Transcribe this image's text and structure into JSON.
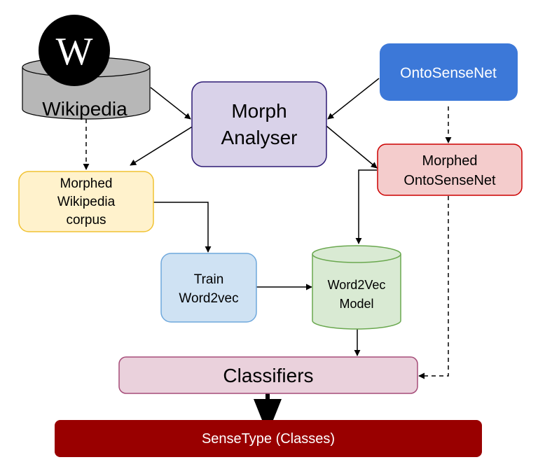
{
  "diagram": {
    "nodes": {
      "wikipedia": {
        "label": "Wikipedia",
        "logo_glyph": "W"
      },
      "morph_analyser": {
        "line1": "Morph",
        "line2": "Analyser"
      },
      "ontosensenet": {
        "label": "OntoSenseNet"
      },
      "morphed_ontosensenet": {
        "line1": "Morphed",
        "line2": "OntoSenseNet"
      },
      "morphed_wikipedia_corpus": {
        "line1": "Morphed",
        "line2": "Wikipedia",
        "line3": "corpus"
      },
      "train_word2vec": {
        "line1": "Train",
        "line2": "Word2vec"
      },
      "word2vec_model": {
        "line1": "Word2Vec",
        "line2": "Model"
      },
      "classifiers": {
        "label": "Classifiers"
      },
      "sensetype": {
        "label": "SenseType (Classes)"
      }
    },
    "edges": [
      {
        "from": "wikipedia",
        "to": "morph_analyser",
        "style": "solid"
      },
      {
        "from": "ontosensenet",
        "to": "morph_analyser",
        "style": "solid"
      },
      {
        "from": "morph_analyser",
        "to": "morphed_wikipedia_corpus",
        "style": "solid"
      },
      {
        "from": "morph_analyser",
        "to": "morphed_ontosensenet",
        "style": "solid"
      },
      {
        "from": "wikipedia",
        "to": "morphed_wikipedia_corpus",
        "style": "dashed"
      },
      {
        "from": "ontosensenet",
        "to": "morphed_ontosensenet",
        "style": "dashed"
      },
      {
        "from": "morphed_wikipedia_corpus",
        "to": "train_word2vec",
        "style": "solid"
      },
      {
        "from": "train_word2vec",
        "to": "word2vec_model",
        "style": "solid"
      },
      {
        "from": "morphed_ontosensenet",
        "to": "word2vec_model",
        "style": "solid"
      },
      {
        "from": "word2vec_model",
        "to": "classifiers",
        "style": "solid"
      },
      {
        "from": "morphed_ontosensenet",
        "to": "classifiers",
        "style": "dashed"
      },
      {
        "from": "classifiers",
        "to": "sensetype",
        "style": "bold"
      }
    ],
    "colors": {
      "wikipedia_fill": "#b7b7b7",
      "logo_fill": "#000000",
      "morph_fill": "#d9d2e9",
      "morph_stroke": "#2d1a74",
      "onto_fill": "#3c78d8",
      "morphed_onto_fill": "#f4cccc",
      "morphed_onto_stroke": "#cc0000",
      "corpus_fill": "#fff2cc",
      "corpus_stroke": "#f1c232",
      "train_fill": "#cfe2f3",
      "train_stroke": "#6fa8dc",
      "model_fill": "#d9ead3",
      "model_stroke": "#6aa84f",
      "classifiers_fill": "#ead1dc",
      "classifiers_stroke": "#a64d79",
      "sensetype_fill": "#990000"
    }
  }
}
